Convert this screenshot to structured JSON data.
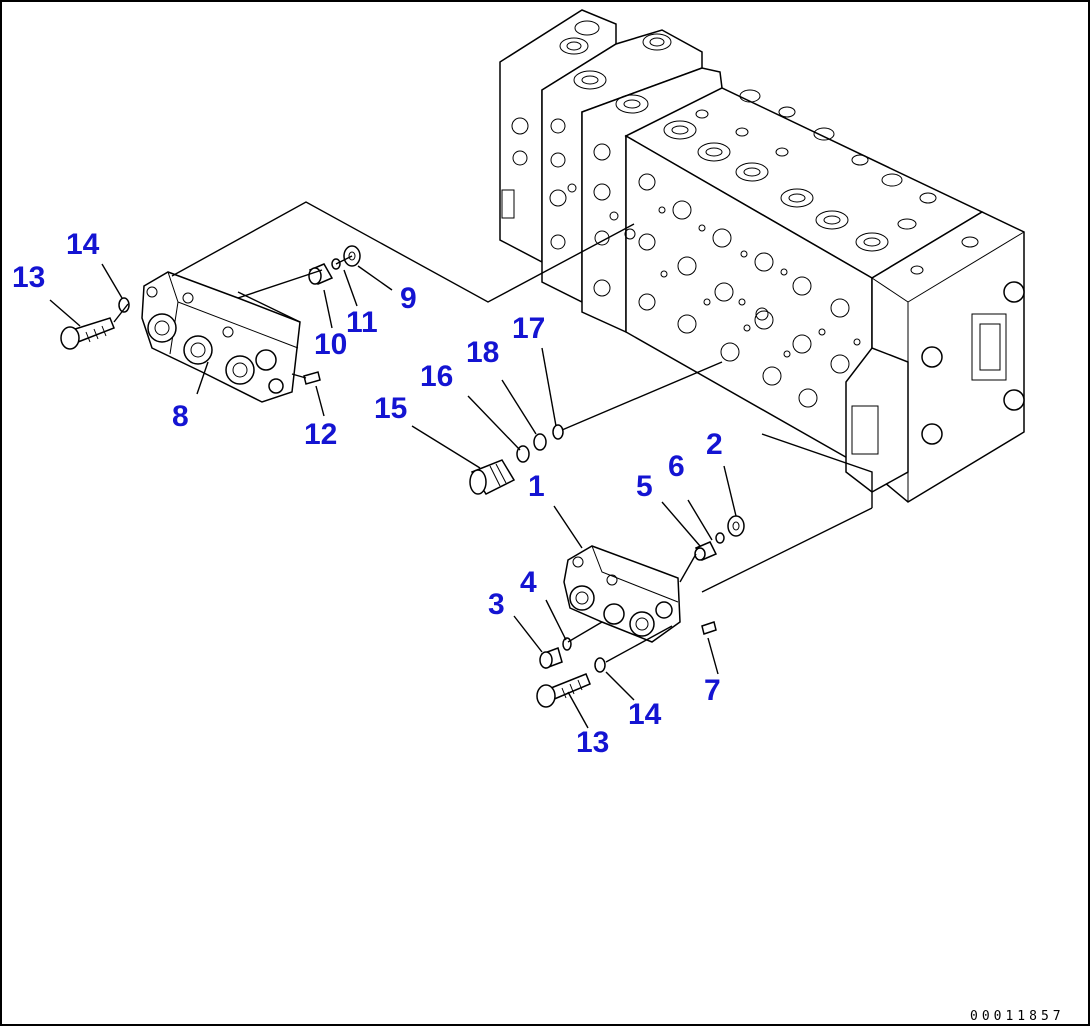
{
  "diagram": {
    "drawing_code": "00011857",
    "callouts": [
      {
        "id": "c1",
        "text": "1"
      },
      {
        "id": "c2",
        "text": "2"
      },
      {
        "id": "c3",
        "text": "3"
      },
      {
        "id": "c4",
        "text": "4"
      },
      {
        "id": "c5",
        "text": "5"
      },
      {
        "id": "c6",
        "text": "6"
      },
      {
        "id": "c7",
        "text": "7"
      },
      {
        "id": "c8",
        "text": "8"
      },
      {
        "id": "c9",
        "text": "9"
      },
      {
        "id": "c10",
        "text": "10"
      },
      {
        "id": "c11",
        "text": "11"
      },
      {
        "id": "c12",
        "text": "12"
      },
      {
        "id": "c13a",
        "text": "13"
      },
      {
        "id": "c13b",
        "text": "13"
      },
      {
        "id": "c14a",
        "text": "14"
      },
      {
        "id": "c14b",
        "text": "14"
      },
      {
        "id": "c15",
        "text": "15"
      },
      {
        "id": "c16",
        "text": "16"
      },
      {
        "id": "c17",
        "text": "17"
      },
      {
        "id": "c18",
        "text": "18"
      }
    ]
  }
}
